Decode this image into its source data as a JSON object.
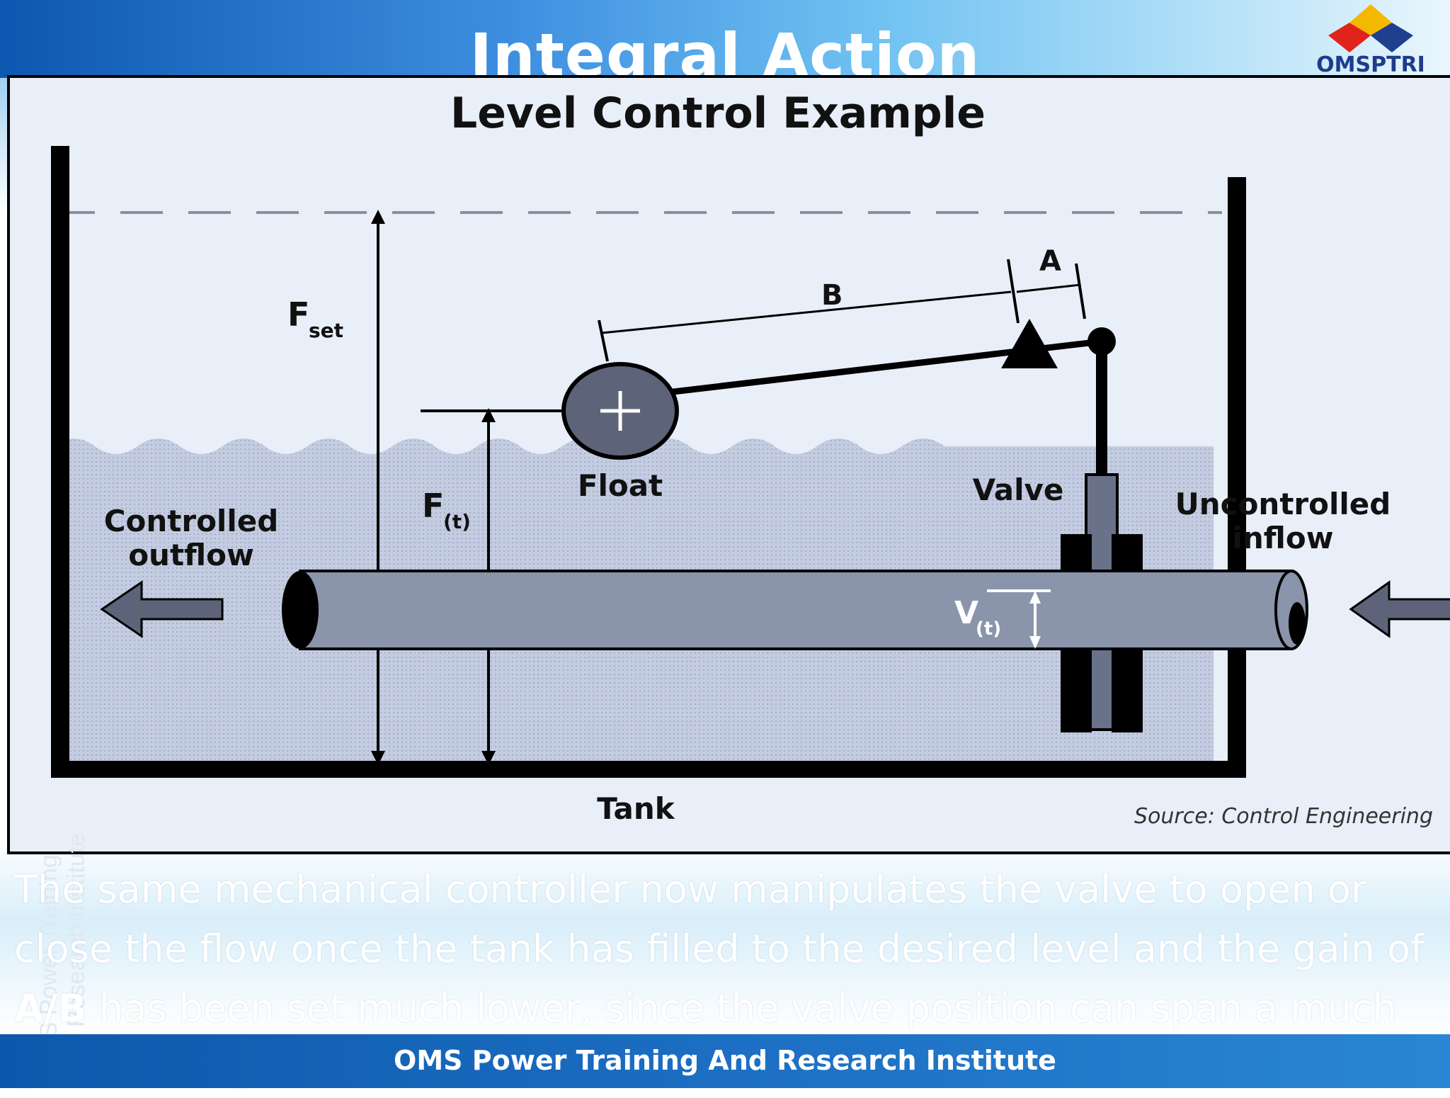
{
  "slide": {
    "title": "Integral Action",
    "logo_text": "OMSPTRI",
    "footer": "OMS Power Training And Research Institute",
    "body_parts": [
      "The same mechanical controller now manipulates the valve to open or close the flow once the tank has filled to the desired level and the",
      "gain of ",
      "A/B",
      " has been set much lower, since the valve position can span a much greater range."
    ]
  },
  "diagram": {
    "title": "Level Control Example",
    "labels": {
      "fset_main": "F",
      "fset_sub": "set",
      "ft_main": "F",
      "ft_sub": "(t)",
      "vt_main": "V",
      "vt_sub": "(t)",
      "float": "Float",
      "valve": "Valve",
      "a": "A",
      "b": "B",
      "controlled_outflow_line1": "Controlled",
      "controlled_outflow_line2": "outflow",
      "uncontrolled_inflow_line1": "Uncontrolled",
      "uncontrolled_inflow_line2": "inflow",
      "tank": "Tank",
      "source": "Source: Control Engineering"
    },
    "colors": {
      "water": "#b9c3d9",
      "pipe": "#8a94ab",
      "float": "#5d6479",
      "line": "#000000"
    }
  }
}
